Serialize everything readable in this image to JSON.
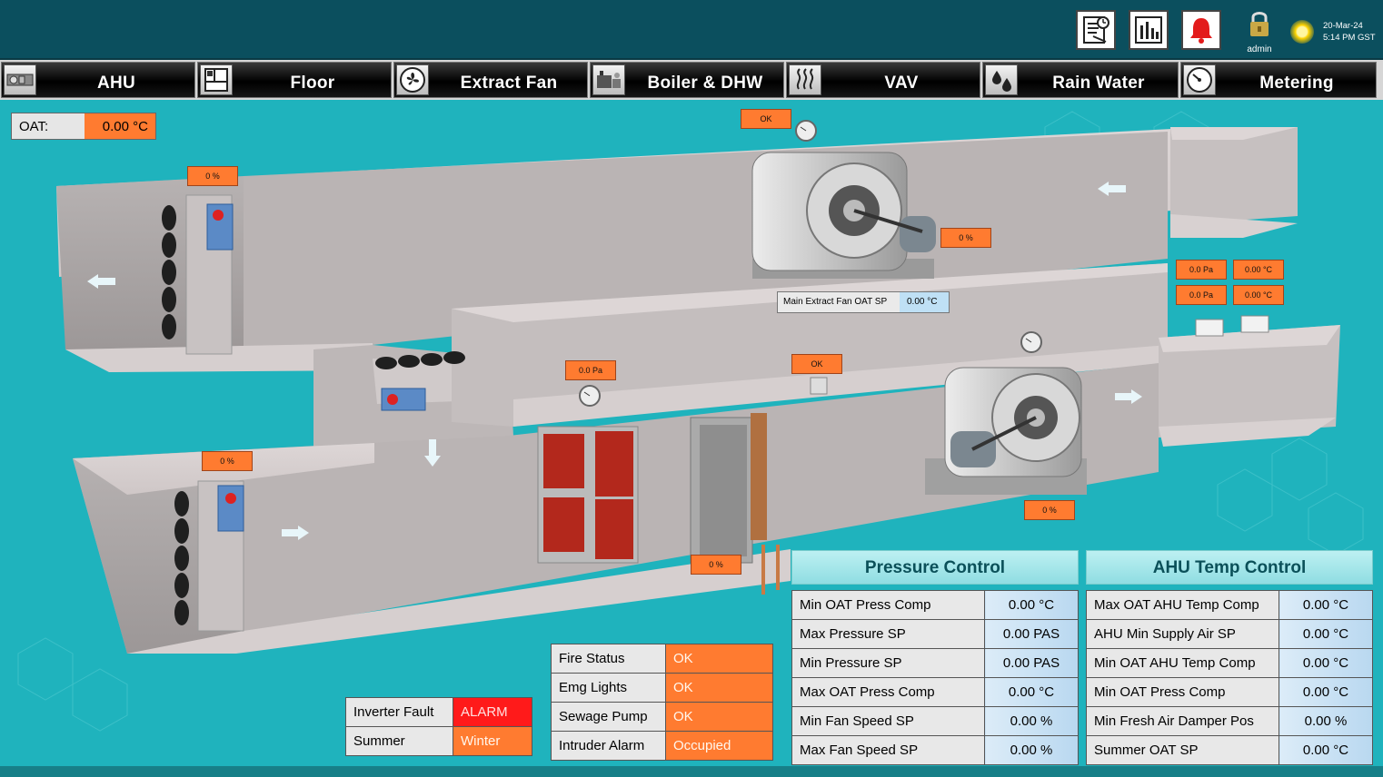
{
  "header": {
    "date": "20-Mar-24",
    "time": "5:14 PM GST",
    "user": "admin"
  },
  "nav": [
    {
      "label": "AHU"
    },
    {
      "label": "Floor"
    },
    {
      "label": "Extract Fan"
    },
    {
      "label": "Boiler & DHW"
    },
    {
      "label": "VAV"
    },
    {
      "label": "Rain Water"
    },
    {
      "label": "Metering"
    }
  ],
  "oat": {
    "label": "OAT:",
    "value": "0.00 °C"
  },
  "tags": {
    "extract_fan_status": "OK",
    "top_damper": "0 %",
    "extract_fan_speed": "0 %",
    "press1_top": "0.0 Pa",
    "temp1_top": "0.00 °C",
    "press1_bottom": "0.0 Pa",
    "temp1_bottom": "0.00 °C",
    "filter_press": "0.0 Pa",
    "filter_status": "OK",
    "bottom_damper": "0 %",
    "supply_fan_speed": "0 %",
    "valve": "0 %"
  },
  "extract_sp": {
    "label": "Main Extract Fan OAT SP",
    "value": "0.00 °C"
  },
  "inverter": [
    {
      "label": "Inverter Fault",
      "value": "ALARM"
    },
    {
      "label": "Summer",
      "value": "Winter"
    }
  ],
  "status": [
    {
      "label": "Fire Status",
      "value": "OK"
    },
    {
      "label": "Emg Lights",
      "value": "OK"
    },
    {
      "label": "Sewage Pump",
      "value": "OK"
    },
    {
      "label": "Intruder Alarm",
      "value": "Occupied"
    }
  ],
  "pressure_control": {
    "title": "Pressure Control",
    "rows": [
      {
        "label": "Min OAT Press Comp",
        "value": "0.00 °C"
      },
      {
        "label": "Max Pressure SP",
        "value": "0.00 PAS"
      },
      {
        "label": "Min Pressure SP",
        "value": "0.00 PAS"
      },
      {
        "label": "Max OAT Press Comp",
        "value": "0.00 °C"
      },
      {
        "label": "Min Fan Speed SP",
        "value": "0.00 %"
      },
      {
        "label": "Max Fan Speed SP",
        "value": "0.00 %"
      }
    ]
  },
  "ahu_temp_control": {
    "title": "AHU Temp Control",
    "rows": [
      {
        "label": "Max OAT AHU Temp Comp",
        "value": "0.00 °C"
      },
      {
        "label": "AHU Min Supply Air SP",
        "value": "0.00 °C"
      },
      {
        "label": "Min OAT AHU Temp Comp",
        "value": "0.00 °C"
      },
      {
        "label": "Min OAT Press Comp",
        "value": "0.00 °C"
      },
      {
        "label": "Min Fresh Air Damper Pos",
        "value": "0.00 %"
      },
      {
        "label": "Summer OAT SP",
        "value": "0.00 °C"
      }
    ]
  },
  "colors": {
    "accent": "#ff7b30",
    "alarm": "#ff1a1a",
    "background": "#1fb3bd",
    "header": "#0b4f5e"
  }
}
